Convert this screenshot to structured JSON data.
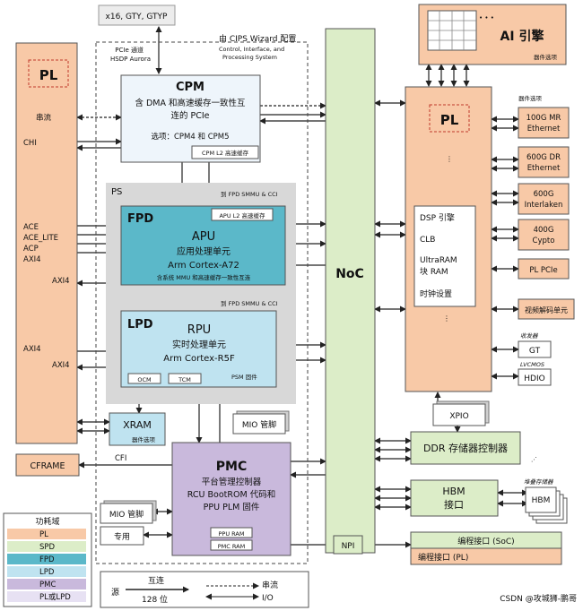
{
  "header": {
    "top_io": "x16, GTY, GTYP",
    "pcie_label_1": "PCIe 通道",
    "pcie_label_2": "HSDP Aurora",
    "cips_title": "由 CIPS Wizard 配置",
    "cips_sub_1": "Control, Interface, and",
    "cips_sub_2": "Processing System"
  },
  "pl_left": {
    "title": "PL",
    "labels": [
      "串流",
      "CHI",
      "ACE",
      "ACE_LITE",
      "ACP",
      "AXI4",
      "AXI4",
      "AXI4",
      "AXI4"
    ]
  },
  "cpm": {
    "title": "CPM",
    "desc_1": "含 DMA 和高速缓存一致性互",
    "desc_2": "连的 PCIe",
    "options": "选项：CPM4 和 CPM5",
    "cache": "CPM L2 高速缓存"
  },
  "ps_label": "PS",
  "fpd_smmu_1": "到 FPD SMMU & CCI",
  "fpd_smmu_2": "到 FPD SMMU & CCI",
  "fpd": {
    "tag": "FPD",
    "cache": "APU L2 高速缓存",
    "title": "APU",
    "sub_1": "应用处理单元",
    "sub_2": "Arm Cortex-A72",
    "sub_3": "含系统 MMU 和高速缓存一致性互连"
  },
  "lpd": {
    "tag": "LPD",
    "title": "RPU",
    "sub_1": "实时处理单元",
    "sub_2": "Arm Cortex-R5F",
    "ocm": "OCM",
    "tcm": "TCM",
    "psm": "PSM 固件"
  },
  "xram": {
    "title": "XRAM",
    "sub": "器件选项"
  },
  "mio_1": "MIO 管脚",
  "mio_2": "MIO 管脚",
  "cframe": "CFRAME",
  "cfi": "CFI",
  "pmc": {
    "title": "PMC",
    "sub_1": "平台管理控制器",
    "sub_2": "RCU BootROM 代码和",
    "sub_3": "PPU PLM 固件",
    "ppu_ram": "PPU RAM",
    "pmc_ram": "PMC RAM"
  },
  "dedicated": "专用",
  "noc": "NoC",
  "npi": "NPI",
  "ai": {
    "title": "AI 引擎",
    "sub": "器件选项"
  },
  "pl_right": {
    "title": "PL",
    "items": [
      "DSP 引擎",
      "CLB",
      "UltraRAM",
      "块 RAM",
      "时钟设置"
    ],
    "device_options": "器件选项"
  },
  "right_blocks": [
    {
      "l1": "100G MR",
      "l2": "Ethernet"
    },
    {
      "l1": "600G DR",
      "l2": "Ethernet"
    },
    {
      "l1": "600G",
      "l2": "Interlaken"
    },
    {
      "l1": "400G",
      "l2": "Cypto"
    },
    {
      "l1": "PL PCIe",
      "l2": ""
    },
    {
      "l1": "视频解码单元",
      "l2": ""
    }
  ],
  "transceiver": "收发器",
  "gt": "GT",
  "lvcmos": "LVCMOS",
  "hdio": "HDIO",
  "xpio": "XPIO",
  "ddr": "DDR 存储器控制器",
  "hbm": {
    "l1": "HBM",
    "l2": "接口"
  },
  "hbm_stack_label": "堆叠存储器",
  "hbm_stack": "HBM",
  "prog_soc": "编程接口 (SoC)",
  "prog_pl": "编程接口 (PL)",
  "legend": {
    "title": "功耗域",
    "items": [
      {
        "label": "PL",
        "color": "#f8c9a7"
      },
      {
        "label": "SPD",
        "color": "#dcedc8"
      },
      {
        "label": "FPD",
        "color": "#5bb8c9"
      },
      {
        "label": "LPD",
        "color": "#bfe3f0"
      },
      {
        "label": "PMC",
        "color": "#c9b9dc"
      },
      {
        "label": "PL或LPD",
        "color": "#e7e1f3"
      }
    ]
  },
  "key": {
    "source": "源",
    "interconnect": "互连",
    "width": "128 位",
    "stream": "串流",
    "io": "I/O"
  },
  "watermark": "CSDN @攻城狮-鹏哥"
}
